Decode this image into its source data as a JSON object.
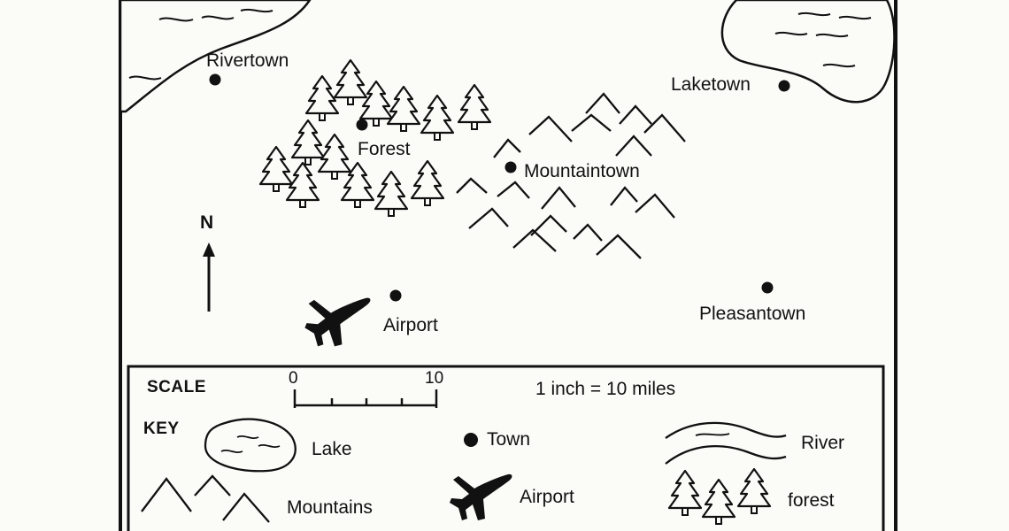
{
  "map": {
    "places": [
      {
        "id": "rivertown",
        "label": "Rivertown"
      },
      {
        "id": "laketown",
        "label": "Laketown"
      },
      {
        "id": "forest",
        "label": "Forest"
      },
      {
        "id": "mountaintown",
        "label": "Mountaintown"
      },
      {
        "id": "airport",
        "label": "Airport"
      },
      {
        "id": "pleasantown",
        "label": "Pleasantown"
      }
    ],
    "compass": {
      "label": "N"
    }
  },
  "legend": {
    "scale_heading": "SCALE",
    "scale_start": "0",
    "scale_end": "10",
    "scale_text": "1 inch = 10 miles",
    "key_heading": "KEY",
    "items": {
      "lake": "Lake",
      "town": "Town",
      "river": "River",
      "mountains": "Mountains",
      "airport": "Airport",
      "forest": "forest"
    }
  },
  "colors": {
    "ink": "#111111",
    "paper": "#fbfbf8"
  }
}
